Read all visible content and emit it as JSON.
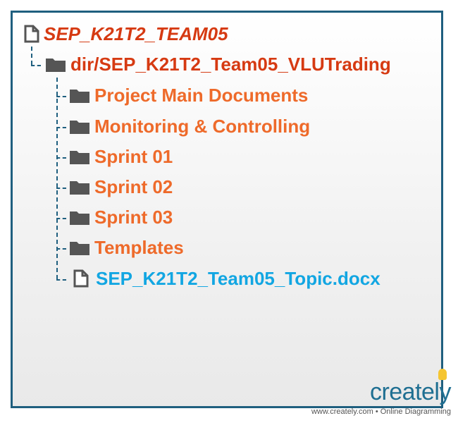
{
  "tree": {
    "root": {
      "label": "SEP_K21T2_TEAM05",
      "icon": "document-icon"
    },
    "dir": {
      "label": "dir/SEP_K21T2_Team05_VLUTrading",
      "icon": "folder-icon"
    },
    "children": [
      {
        "label": "Project Main Documents",
        "icon": "folder-icon"
      },
      {
        "label": "Monitoring & Controlling",
        "icon": "folder-icon"
      },
      {
        "label": "Sprint 01",
        "icon": "folder-icon"
      },
      {
        "label": "Sprint 02",
        "icon": "folder-icon"
      },
      {
        "label": "Sprint 03",
        "icon": "folder-icon"
      },
      {
        "label": "Templates",
        "icon": "folder-icon"
      },
      {
        "label": "SEP_K21T2_Team05_Topic.docx",
        "icon": "document-icon"
      }
    ]
  },
  "branding": {
    "logo": "creately",
    "tagline": "www.creately.com • Online Diagramming"
  },
  "colors": {
    "border": "#1f5f7f",
    "root_text": "#d63a12",
    "folder_text": "#ee6a2a",
    "file_text": "#12a6e2"
  }
}
